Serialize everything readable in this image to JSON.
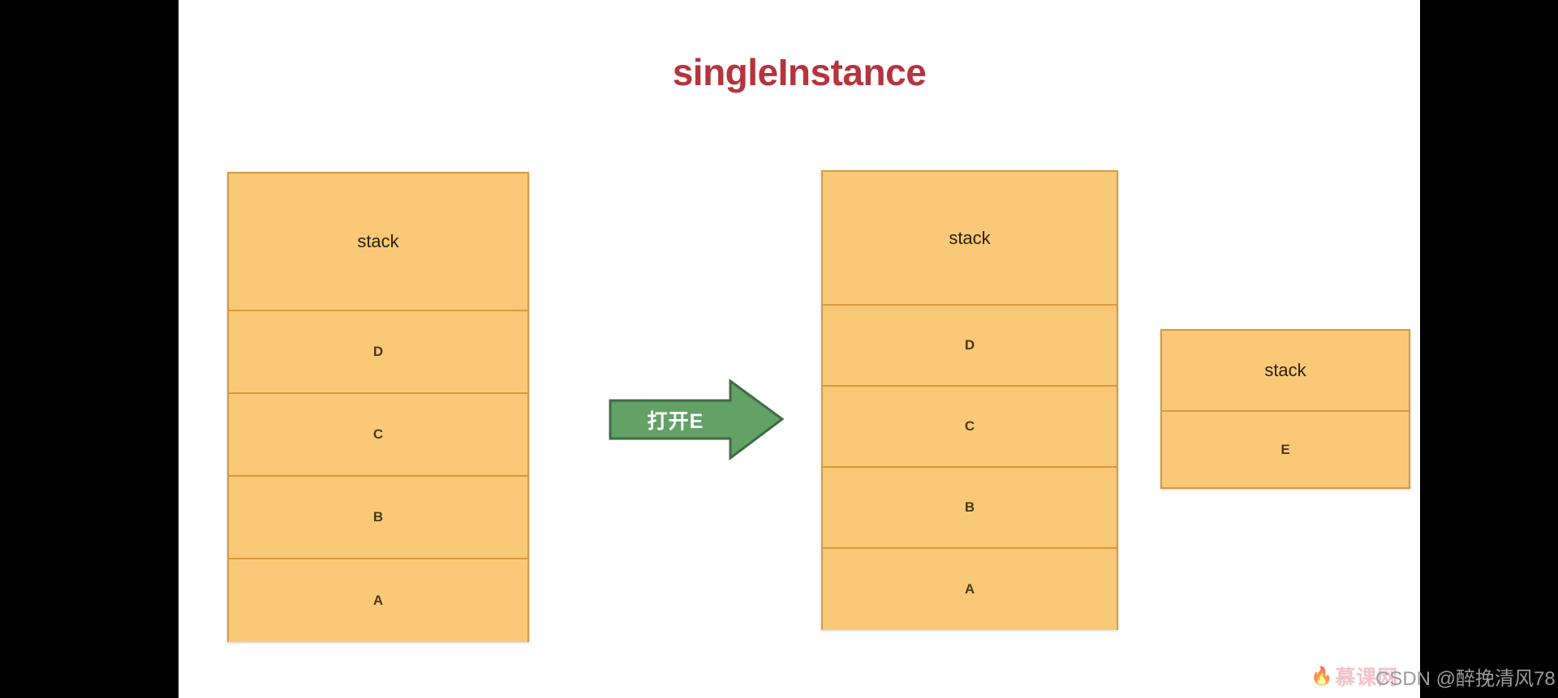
{
  "slide": {
    "title": "singleInstance",
    "title_color": "#b5343e",
    "background": "#ffffff",
    "letterbox_color": "#000000"
  },
  "palette": {
    "box_fill": "#fac978",
    "box_border": "#d79a3b",
    "arrow_fill": "#63a167",
    "arrow_border": "#3f6b45",
    "arrow_label_color": "#ffffff",
    "cell_text": "#4a3a12"
  },
  "stacks": [
    {
      "id": "stack-left",
      "header": "stack",
      "items": [
        "D",
        "C",
        "B",
        "A"
      ]
    },
    {
      "id": "stack-middle",
      "header": "stack",
      "items": [
        "D",
        "C",
        "B",
        "A"
      ]
    },
    {
      "id": "stack-right",
      "header": "stack",
      "items": [
        "E"
      ]
    }
  ],
  "arrow": {
    "label": "打开E",
    "direction": "right"
  },
  "watermark": {
    "flame": "🔥",
    "brand": "慕课网",
    "csdn": "CSDN @醉挽清风78"
  }
}
